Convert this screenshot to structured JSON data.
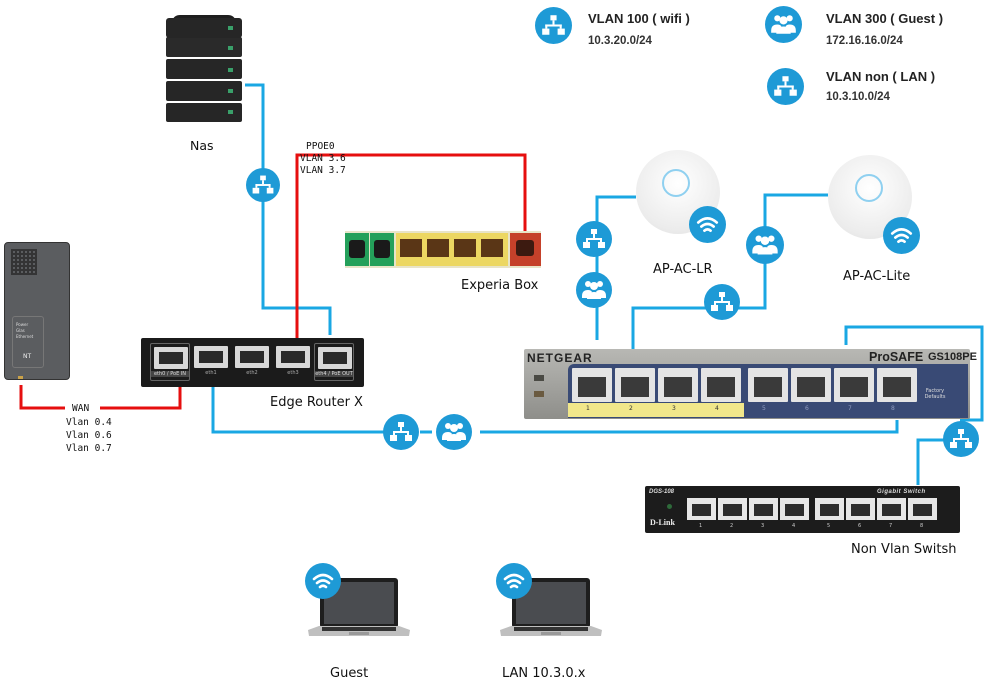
{
  "colors": {
    "vlan_accent": "#1e9ad6",
    "wire_blue": "#1aa7e3",
    "wire_red": "#e60f0f"
  },
  "legend": [
    {
      "icon": "network-icon",
      "title": "VLAN 100 ( wifi )",
      "subnet": "10.3.20.0/24"
    },
    {
      "icon": "users-icon",
      "title": "VLAN 300 ( Guest )",
      "subnet": "172.16.16.0/24"
    },
    {
      "icon": "network-icon",
      "title": "VLAN non ( LAN )",
      "subnet": "10.3.10.0/24"
    }
  ],
  "devices": {
    "nas": {
      "label": "Nas"
    },
    "nt": {
      "label": "NT",
      "leds": [
        "Power",
        "Glas",
        "Ethernet"
      ]
    },
    "edge_router": {
      "label": "Edge Router X",
      "ports": [
        "eth0 / PoE IN",
        "eth1",
        "eth2",
        "eth3",
        "eth4 / PoE OUT"
      ]
    },
    "experia_box": {
      "label": "Experia Box"
    },
    "ap_lr": {
      "label": "AP-AC-LR"
    },
    "ap_lite": {
      "label": "AP-AC-Lite"
    },
    "netgear": {
      "brand": "NETGEAR",
      "series": "ProSAFE",
      "model": "GS108PE",
      "ports": [
        "1",
        "2",
        "3",
        "4",
        "5",
        "6",
        "7",
        "8"
      ],
      "factory_label": "Factory Defaults"
    },
    "dlink": {
      "label": "Non Vlan Switsh",
      "brand": "D-Link",
      "model": "DGS-108",
      "tag": "Gigabit Switch",
      "ports": [
        "1",
        "2",
        "3",
        "4",
        "5",
        "6",
        "7",
        "8"
      ]
    },
    "laptop_guest": {
      "label": "Guest"
    },
    "laptop_lan": {
      "label": "LAN 10.3.0.x"
    }
  },
  "links": {
    "wan": {
      "title": "WAN",
      "vlans": [
        "Vlan 0.4",
        "Vlan 0.6",
        "Vlan 0.7"
      ]
    },
    "pppoe": {
      "title": "PPOE0",
      "vlans": [
        "VLAN 3.6",
        "VLAN 3.7"
      ]
    }
  }
}
